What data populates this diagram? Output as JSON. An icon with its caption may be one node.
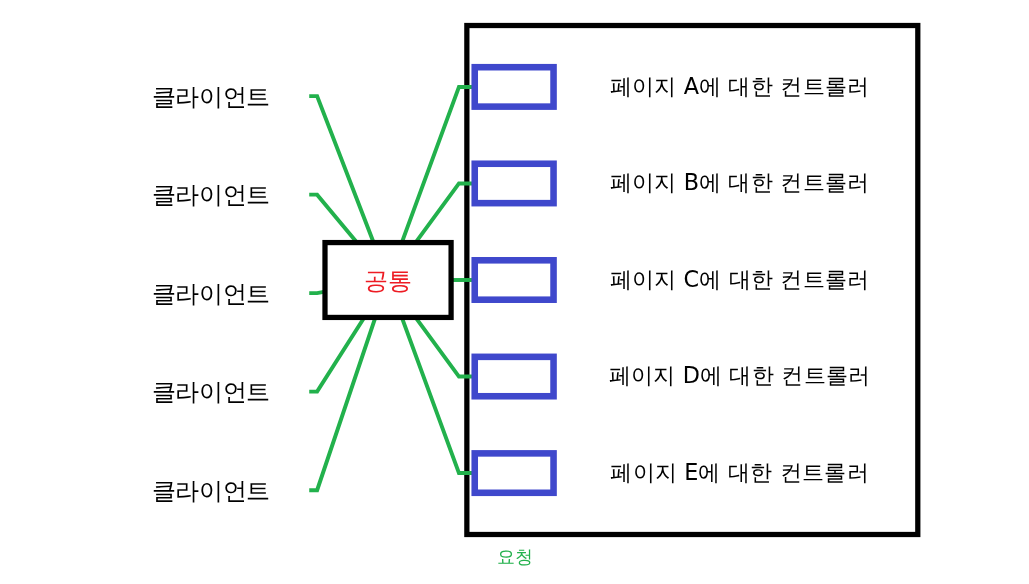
{
  "diagram": {
    "nodes": [
      {
        "text": [
          "클라이언트"
        ]
      },
      {
        "text": [
          "클라이언트"
        ]
      },
      {
        "text": [
          "클라이언트"
        ]
      },
      {
        "text": [
          "클라이언트"
        ]
      },
      {
        "text": [
          "클라이언트"
        ]
      },
      {
        "text": [],
        "shape": "box"
      },
      {
        "text": [
          "공통"
        ]
      },
      {
        "text": [],
        "shape": "box",
        "in": 5,
        "beside": [
          "페이지 A에 대한 컨트롤러"
        ]
      },
      {
        "text": [],
        "shape": "box",
        "in": 5,
        "beside": [
          "페이지 B에 대한 컨트롤러"
        ]
      },
      {
        "text": [],
        "shape": "box",
        "in": 5,
        "beside": [
          "페이지 C에 대한 컨트롤러"
        ]
      },
      {
        "text": [],
        "shape": "box",
        "in": 5,
        "beside": [
          "페이지 D에 대한 컨트롤러"
        ]
      },
      {
        "text": [],
        "shape": "box",
        "in": 5,
        "beside": [
          "페이지 E에 대한 컨트롤러"
        ]
      }
    ],
    "edges": [
      {
        "from": 0,
        "to": 6,
        "arrow": "none"
      },
      {
        "from": 1,
        "to": 6,
        "arrow": "none"
      },
      {
        "from": 2,
        "to": 6,
        "arrow": "none"
      },
      {
        "from": 3,
        "to": 6,
        "arrow": "none"
      },
      {
        "from": 4,
        "to": 6,
        "arrow": "none"
      },
      {
        "from": 6,
        "to": 7,
        "arrow": "none"
      },
      {
        "from": 6,
        "to": 8,
        "arrow": "none"
      },
      {
        "from": 6,
        "to": 9,
        "arrow": "none"
      },
      {
        "from": 6,
        "to": 10,
        "arrow": "none"
      },
      {
        "from": 6,
        "to": 11,
        "arrow": "none"
      }
    ],
    "labels": [
      "요청"
    ]
  }
}
